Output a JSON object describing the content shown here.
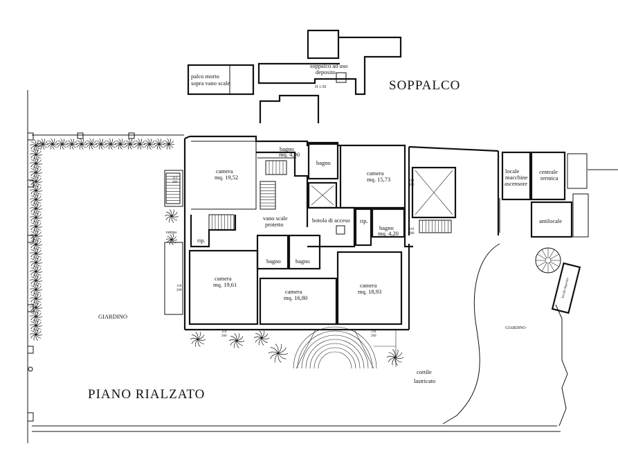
{
  "titles": {
    "mezzanine": "SOPPALCO",
    "ground_floor": "PIANO  RIALZATO"
  },
  "mezzanine": {
    "dead_loft_line1": "palco morto",
    "dead_loft_line2": "sopra vano scale",
    "storage_line1": "soppalco ad uso",
    "storage_line2": "deposito",
    "height": "H 1.50"
  },
  "rooms": {
    "camera_nw": {
      "name": "camera",
      "area": "mq. 19,52"
    },
    "bagno_top": {
      "name": "bagno",
      "area": "mq. 4,00"
    },
    "bagno_small": {
      "name": "bagno"
    },
    "camera_ne": {
      "name": "camera",
      "area": "mq. 15,73"
    },
    "stair_line1": "vano scale",
    "stair_line2": "protetto",
    "hatch": "botola di acceso",
    "rip_right": "rip.",
    "bagno_right": {
      "name": "bagno",
      "area": "mq. 4,20"
    },
    "rip_left": "rip.",
    "ramp": "rampa",
    "bagno_mid_left": "bagno",
    "bagno_mid_right": "bagno",
    "camera_sw": {
      "name": "camera",
      "area": "mq. 19,61"
    },
    "camera_s": {
      "name": "camera",
      "area": "mq. 16,80"
    },
    "camera_se": {
      "name": "camera",
      "area": "mq. 18,93"
    }
  },
  "outbuildings": {
    "machine_room_1": "locale",
    "machine_room_2": "macchine",
    "machine_room_3": "ascensore",
    "boiler_1": "centrale",
    "boiler_2": "termica",
    "anteroom": "antilocale",
    "shed": "locale deposito"
  },
  "outdoor": {
    "garden_left": "GIARDINO",
    "garden_right": "GIARDINO",
    "courtyard_line1": "cortile",
    "courtyard_line2": "lastricato"
  },
  "levels": {
    "a1": "113",
    "a2": "260",
    "b1": "118",
    "b2": "280",
    "c1": "118",
    "c2": "280",
    "d1": "118",
    "d2": "260",
    "e1": "118",
    "e2": "260",
    "f1": "118",
    "f2": "260"
  }
}
